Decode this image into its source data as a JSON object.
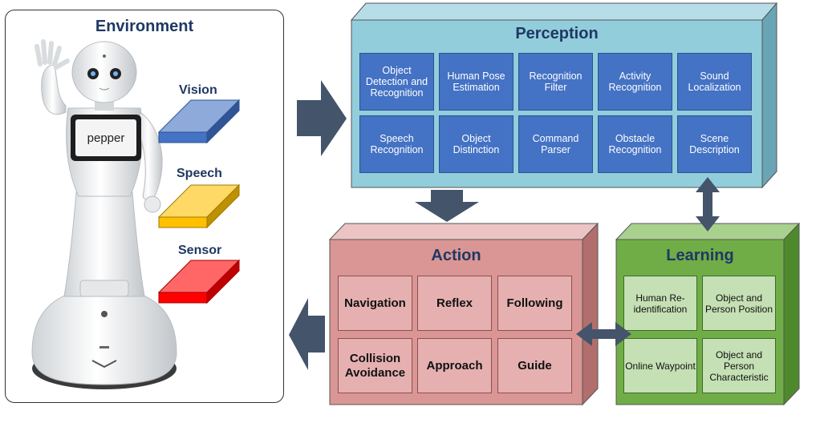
{
  "colors": {
    "perception_front": "#92cddc",
    "action_front": "#da9694",
    "learning_front": "#70ad47",
    "perception_cell": "#4472c4",
    "arrow": "#44546a"
  },
  "environment": {
    "title": "Environment",
    "robot_label": "pepper",
    "senses": [
      {
        "label": "Vision",
        "color": "#4472c4"
      },
      {
        "label": "Speech",
        "color": "#ffc000"
      },
      {
        "label": "Sensor",
        "color": "#ff0000"
      }
    ]
  },
  "perception": {
    "title": "Perception",
    "cells": [
      "Object Detection and Recognition",
      "Human Pose Estimation",
      "Recognition Filter",
      "Activity Recognition",
      "Sound Localization",
      "Speech Recognition",
      "Object Distinction",
      "Command Parser",
      "Obstacle Recognition",
      "Scene Description"
    ]
  },
  "action": {
    "title": "Action",
    "cells": [
      "Navigation",
      "Reflex",
      "Following",
      "Collision Avoidance",
      "Approach",
      "Guide"
    ]
  },
  "learning": {
    "title": "Learning",
    "cells": [
      "Human Re-identification",
      "Object and Person Position",
      "Online Waypoint",
      "Object and Person Characteristic"
    ]
  }
}
